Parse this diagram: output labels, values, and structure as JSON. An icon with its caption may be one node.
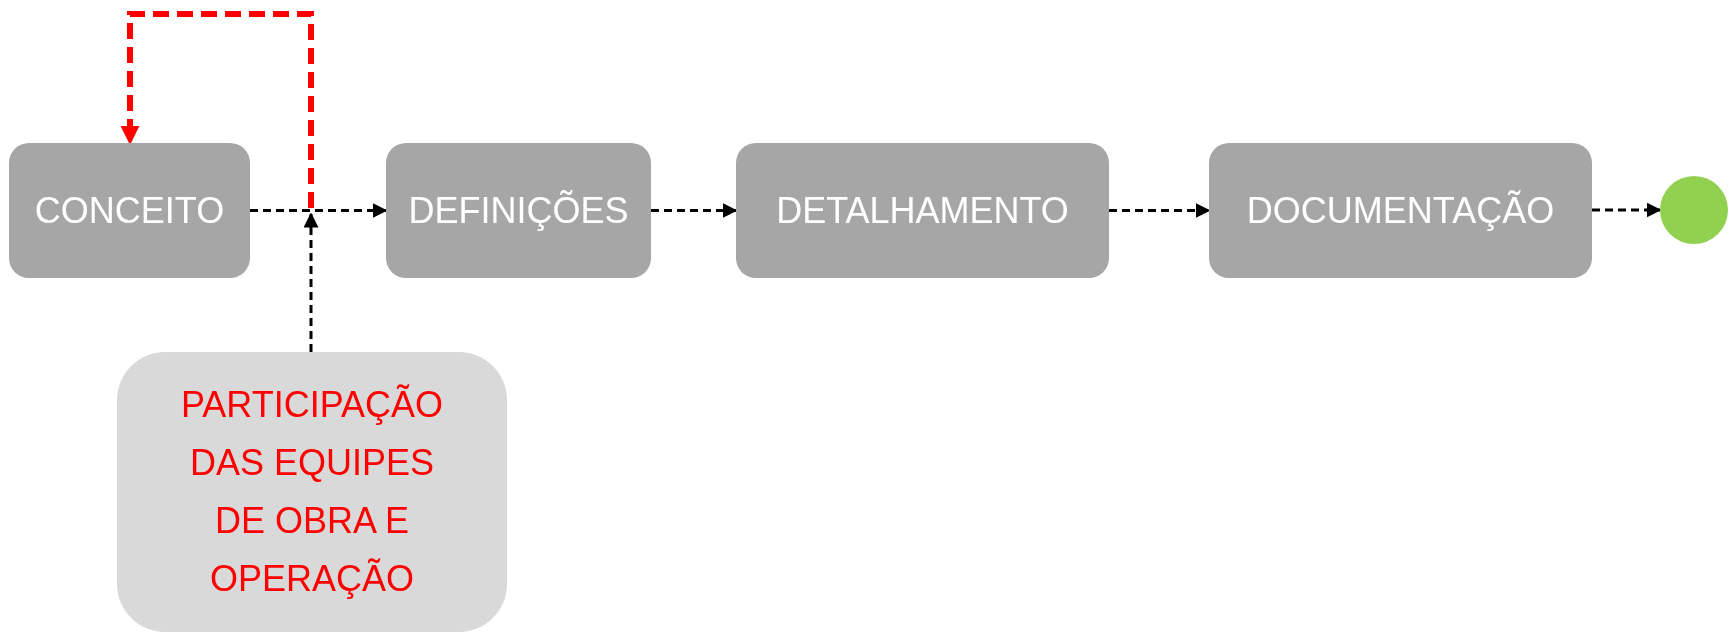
{
  "diagram": {
    "nodes": [
      {
        "text": [
          "CONCEITO"
        ]
      },
      {
        "text": [
          "DEFINIÇÕES"
        ]
      },
      {
        "text": [
          "DETALHAMENTO"
        ]
      },
      {
        "text": [
          "DOCUMENTAÇÃO"
        ]
      },
      {
        "text": [],
        "shape": "circle"
      },
      {
        "text": [
          "PARTICIPAÇÃO DAS EQUIPES DE OBRA E OPERAÇÃO"
        ]
      }
    ],
    "edges": [
      {
        "from": 0,
        "to": 1,
        "arrow": "to",
        "style": "dashed"
      },
      {
        "from": 1,
        "to": 2,
        "arrow": "to",
        "style": "dashed"
      },
      {
        "from": 2,
        "to": 3,
        "arrow": "to",
        "style": "dashed"
      },
      {
        "from": 3,
        "to": 4,
        "arrow": "to",
        "style": "dashed"
      },
      {
        "from": 5,
        "to": null,
        "arrow": "to",
        "style": "dashed"
      },
      {
        "from": null,
        "to": 0,
        "arrow": "to",
        "style": "dashed",
        "color": "#ff0000"
      }
    ]
  }
}
